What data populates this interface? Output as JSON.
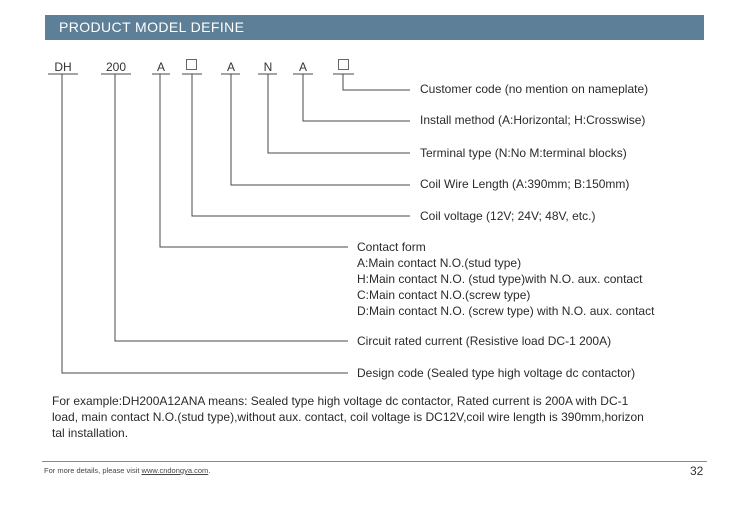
{
  "header": {
    "title": "PRODUCT MODEL DEFINE"
  },
  "codes": {
    "dh": "DH",
    "current": "200",
    "contact": "A",
    "coil_voltage_box": "",
    "wire_length": "A",
    "terminal": "N",
    "install": "A",
    "customer_box": ""
  },
  "labels": {
    "customer_code": "Customer code (no mention on nameplate)",
    "install_method": "Install method (A:Horizontal; H:Crosswise)",
    "terminal_type": "Terminal type (N:No  M:terminal blocks)",
    "coil_wire_length": "Coil Wire Length (A:390mm; B:150mm)",
    "coil_voltage": "Coil voltage (12V; 24V; 48V, etc.)",
    "contact_form": {
      "title": "Contact form",
      "options": [
        "A:Main contact N.O.(stud type)",
        "H:Main contact N.O. (stud type)with N.O. aux. contact",
        "C:Main contact N.O.(screw type)",
        "D:Main contact N.O. (screw type) with N.O. aux. contact"
      ]
    },
    "circuit_current": "Circuit rated current (Resistive load DC-1 200A)",
    "design_code": "Design code (Sealed type high voltage dc contactor)"
  },
  "example": {
    "lines": [
      "For example:DH200A12ANA means: Sealed type high voltage dc contactor, Rated current is 200A with DC-1",
      "load, main contact N.O.(stud type),without aux. contact, coil voltage is DC12V,coil wire length is 390mm,horizon",
      "tal installation."
    ]
  },
  "footer": {
    "text": "For more details, please visit ",
    "link": "www.cndongya.com",
    "suffix": ".",
    "page_number": "32"
  }
}
